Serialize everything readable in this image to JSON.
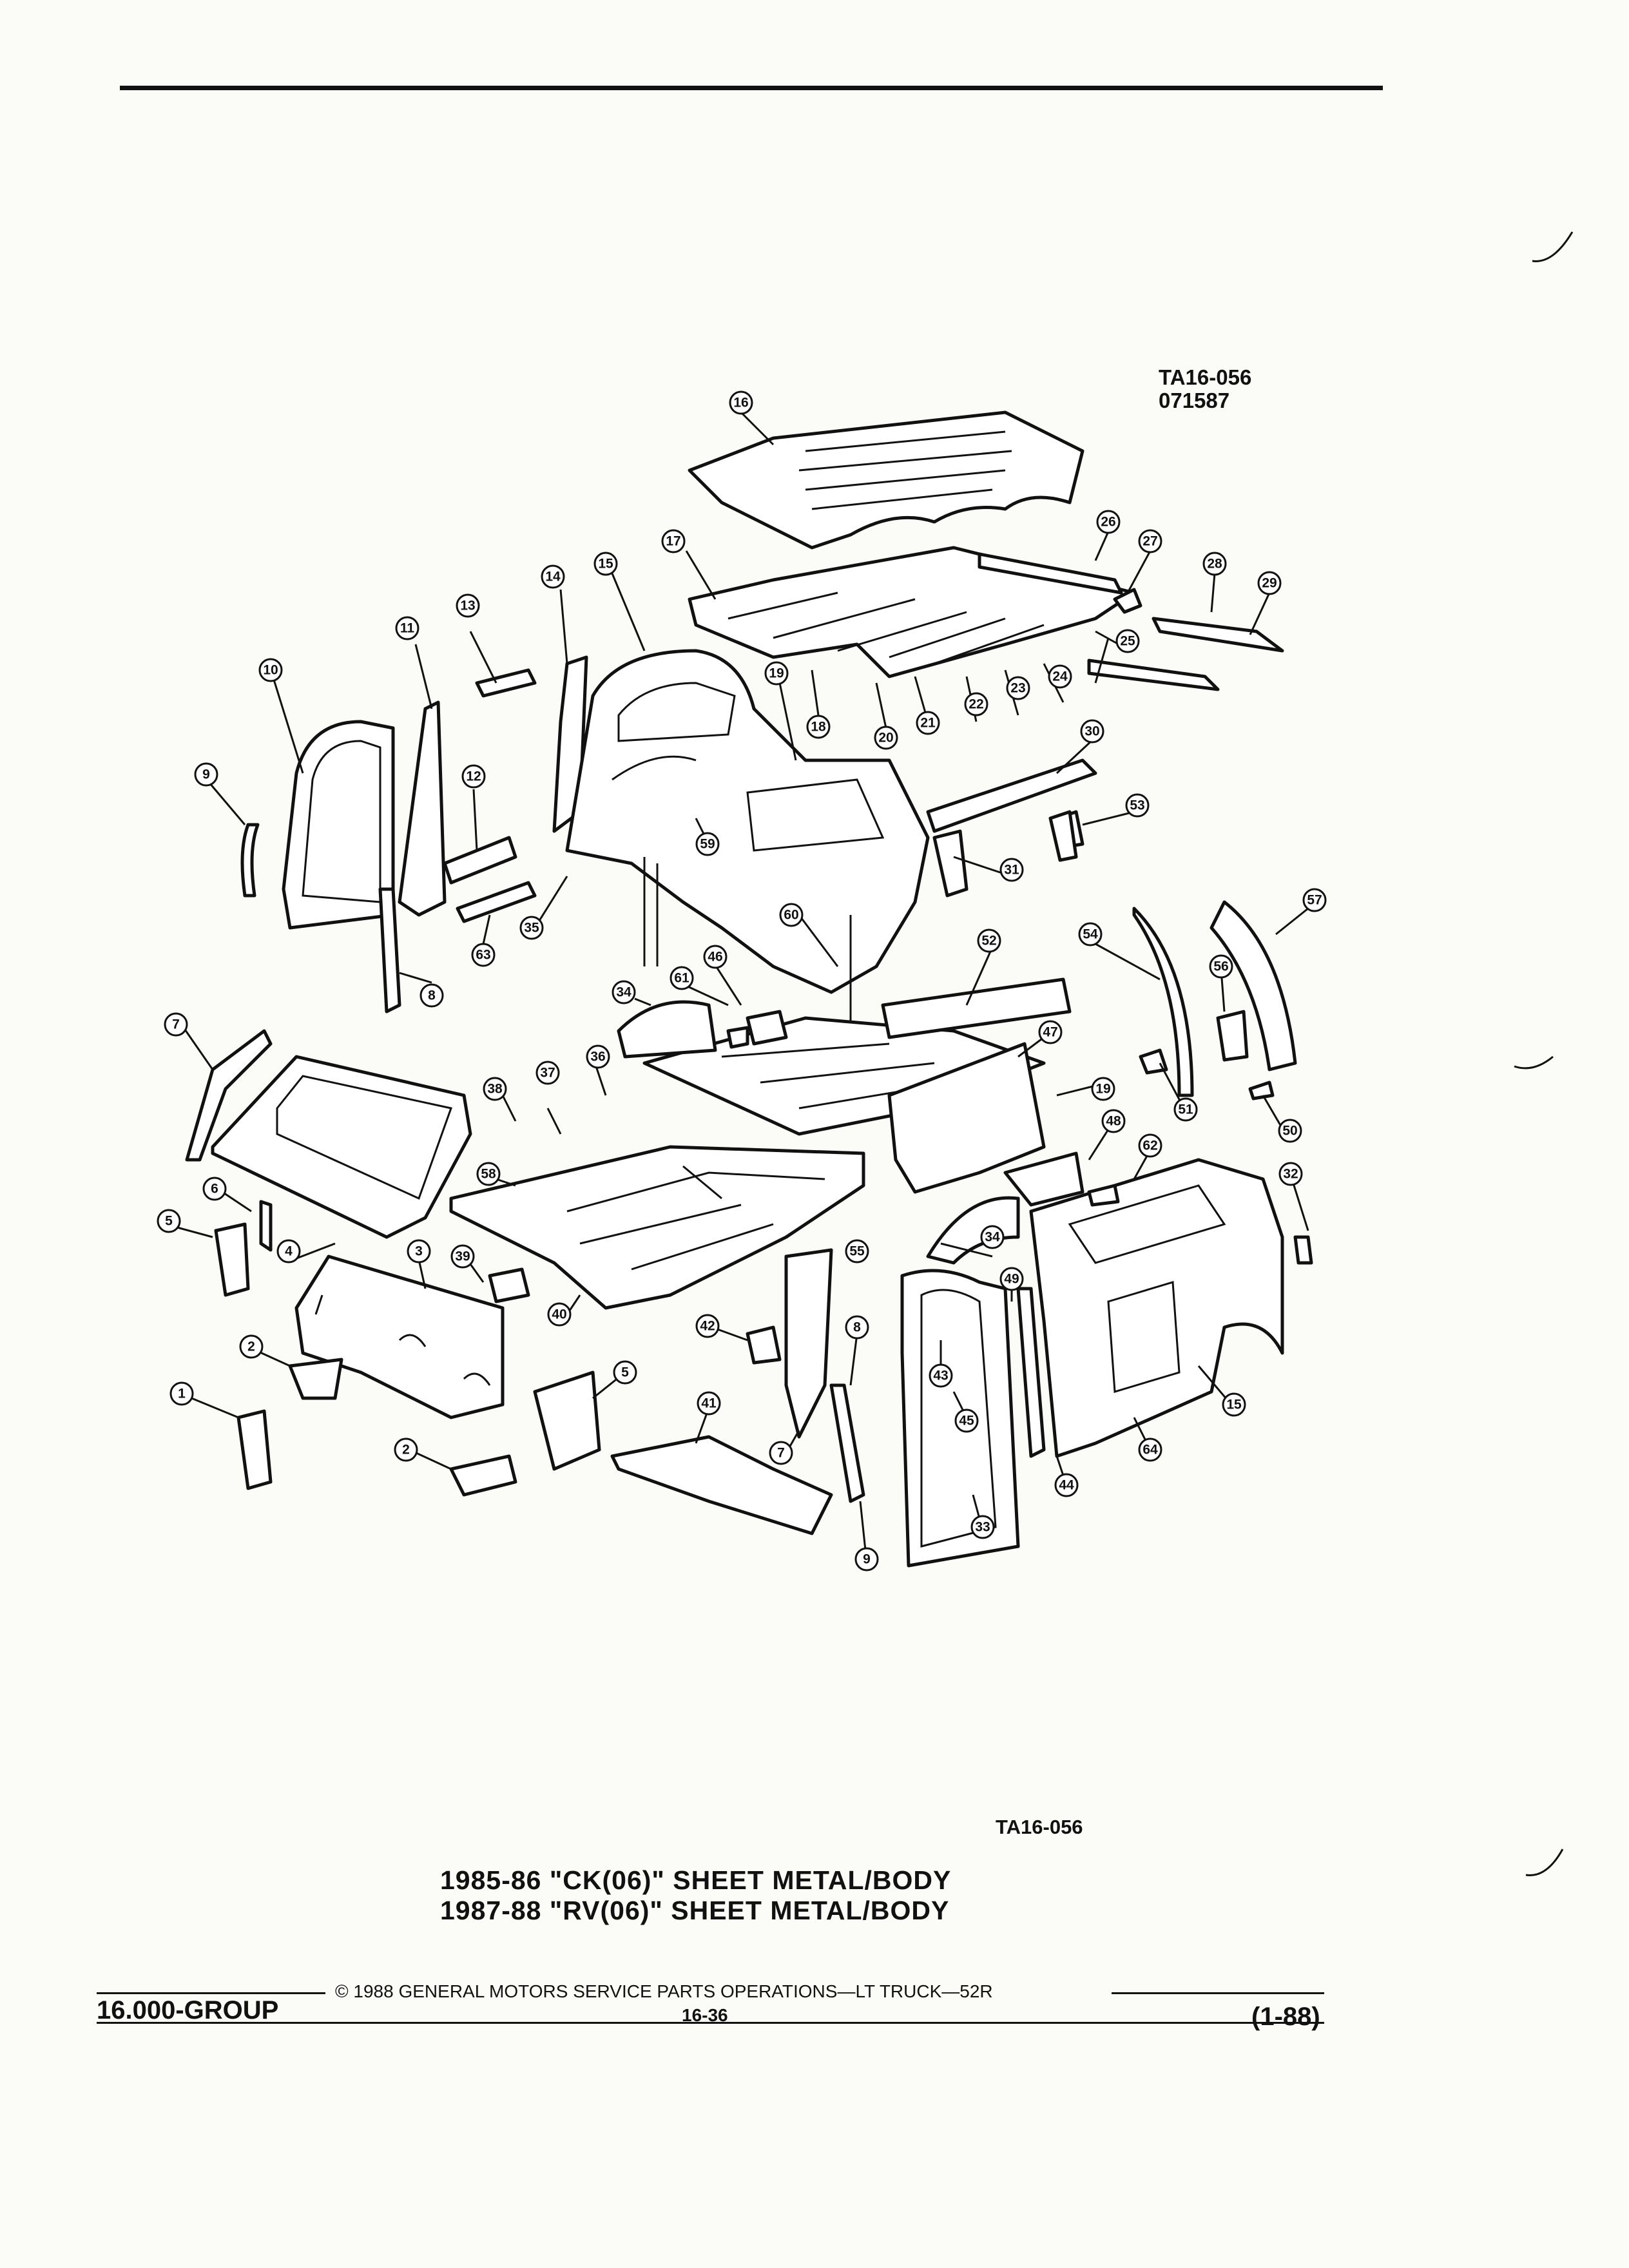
{
  "figure": {
    "code": "TA16-056",
    "date_code": "071587"
  },
  "callouts": [
    "16",
    "26",
    "27",
    "28",
    "29",
    "17",
    "14",
    "15",
    "13",
    "11",
    "10",
    "9",
    "12",
    "63",
    "8",
    "19",
    "18",
    "20",
    "21",
    "22",
    "23",
    "24",
    "25",
    "30",
    "31",
    "53",
    "59",
    "35",
    "60",
    "52",
    "54",
    "57",
    "56",
    "51",
    "50",
    "61",
    "46",
    "34",
    "47",
    "7",
    "37",
    "36",
    "38",
    "58",
    "6",
    "5",
    "4",
    "3",
    "39",
    "40",
    "19",
    "48",
    "62",
    "32",
    "2",
    "1",
    "2",
    "42",
    "41",
    "5",
    "34",
    "55",
    "8",
    "7",
    "49",
    "43",
    "45",
    "9",
    "33",
    "44",
    "64",
    "15"
  ],
  "bottom_ref": "TA16-056",
  "title_lines": [
    "1985-86 \"CK(06)\" SHEET METAL/BODY",
    "1987-88 \"RV(06)\" SHEET METAL/BODY"
  ],
  "footer": {
    "copyright": "© 1988 GENERAL MOTORS SERVICE PARTS OPERATIONS—LT TRUCK—52R",
    "group": "16.000-GROUP",
    "page": "16-36",
    "revision": "(1-88)"
  }
}
